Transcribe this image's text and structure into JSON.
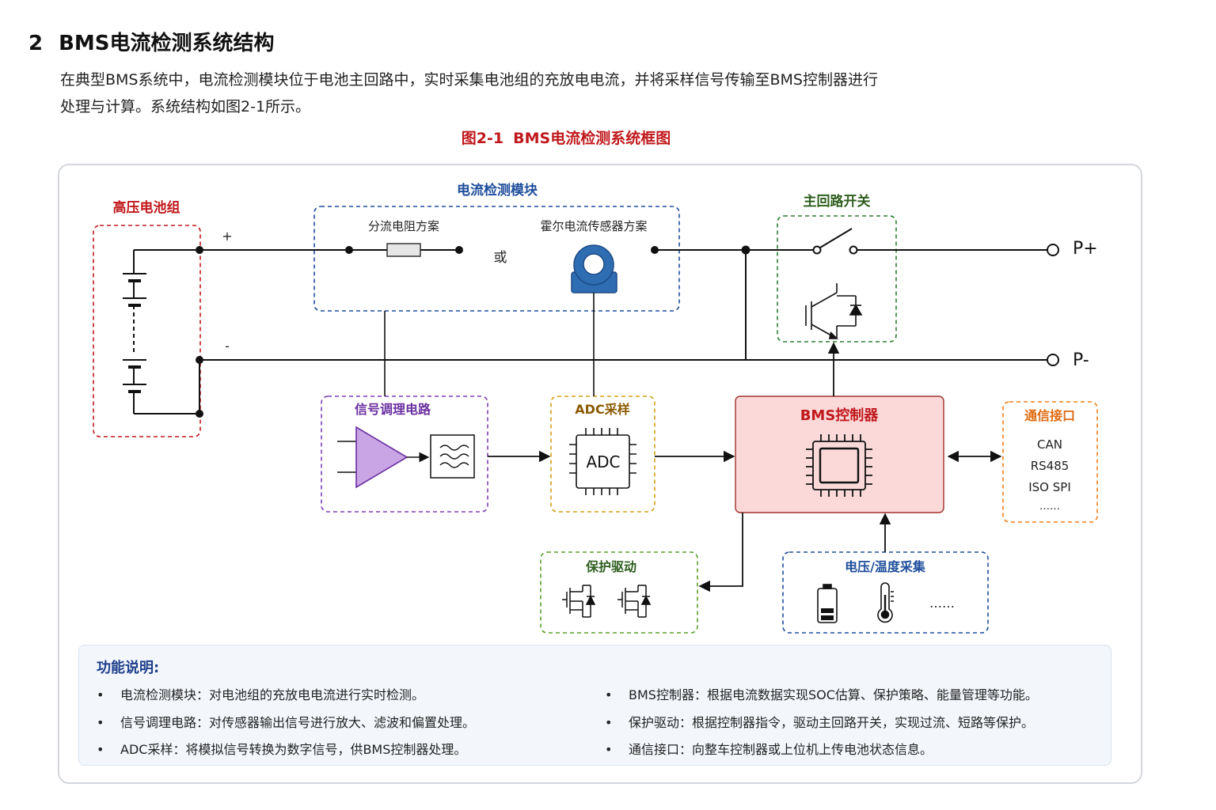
{
  "section": {
    "number": "2",
    "title": "BMS电流检测系统结构"
  },
  "intro": {
    "line1": "在典型BMS系统中，电流检测模块位于电池主回路中，实时采集电池组的充放电电流，并将采样信号传输至BMS控制器进行",
    "line2": "处理与计算。系统结构如图2-1所示。"
  },
  "figure": {
    "number": "图2-1",
    "title": "BMS电流检测系统框图"
  },
  "diagram": {
    "battery_pack": {
      "label": "高压电池组",
      "plus": "+",
      "minus": "-"
    },
    "current_module": {
      "label": "电流检测模块",
      "shunt_label": "分流电阻方案",
      "or_label": "或",
      "hall_label": "霍尔电流传感器方案"
    },
    "main_switch": {
      "label": "主回路开关"
    },
    "terminals": {
      "positive": "P+",
      "negative": "P-"
    },
    "signal_conditioning": {
      "label": "信号调理电路"
    },
    "adc": {
      "label": "ADC采样",
      "chip_label": "ADC"
    },
    "controller": {
      "label": "BMS控制器"
    },
    "comm": {
      "label": "通信接口",
      "items": [
        "CAN",
        "RS485",
        "ISO SPI",
        "……"
      ]
    },
    "protection": {
      "label": "保护驱动"
    },
    "voltage_temp": {
      "label": "电压/温度采集",
      "more": "……"
    }
  },
  "notes": {
    "title": "功能说明:",
    "left": [
      "电流检测模块：对电池组的充放电电流进行实时检测。",
      "信号调理电路：对传感器输出信号进行放大、滤波和偏置处理。",
      "ADC采样：将模拟信号转换为数字信号，供BMS控制器处理。"
    ],
    "right": [
      "BMS控制器：根据电流数据实现SOC估算、保护策略、能量管理等功能。",
      "保护驱动：根据控制器指令，驱动主回路开关，实现过流、短路等保护。",
      "通信接口：向整车控制器或上位机上传电池状态信息。"
    ]
  },
  "colors": {
    "battery": "#c0181c",
    "current_module": "#1f4e9c",
    "switch": "#2e7d32",
    "signal": "#7b3fb5",
    "adc": "#b8860b",
    "controller_fill": "#fbd9d9",
    "comm": "#f07f1a",
    "protection": "#2e7d32",
    "voltage_temp": "#1f4e9c"
  }
}
